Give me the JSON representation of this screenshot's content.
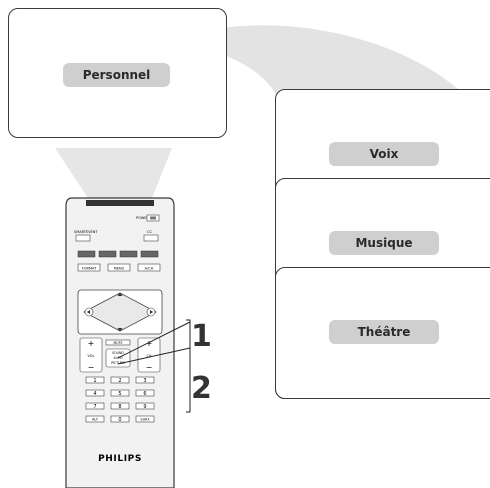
{
  "diagram": {
    "main_menu_option": "Personnel",
    "sub_menu_options": [
      "Voix",
      "Musique",
      "Théâtre"
    ],
    "step_numbers": [
      "1",
      "2"
    ],
    "remote": {
      "brand": "PHILIPS",
      "power_label": "POWER",
      "smart_event_label": "SMARTEVENT",
      "cc_label": "CC",
      "format_label": "FORMAT",
      "menu_label": "MENU",
      "ach_label": "A/CH",
      "vol_label": "VOL",
      "ch_label": "CH",
      "mute_label": "MUTE",
      "sound_label": "SOUND",
      "auto_label": "AUTO",
      "picture_label": "PICTURE",
      "alt_label": "ALT",
      "surf_label": "SURF",
      "digits": [
        "1",
        "2",
        "3",
        "4",
        "5",
        "6",
        "7",
        "8",
        "9",
        "0"
      ]
    }
  }
}
